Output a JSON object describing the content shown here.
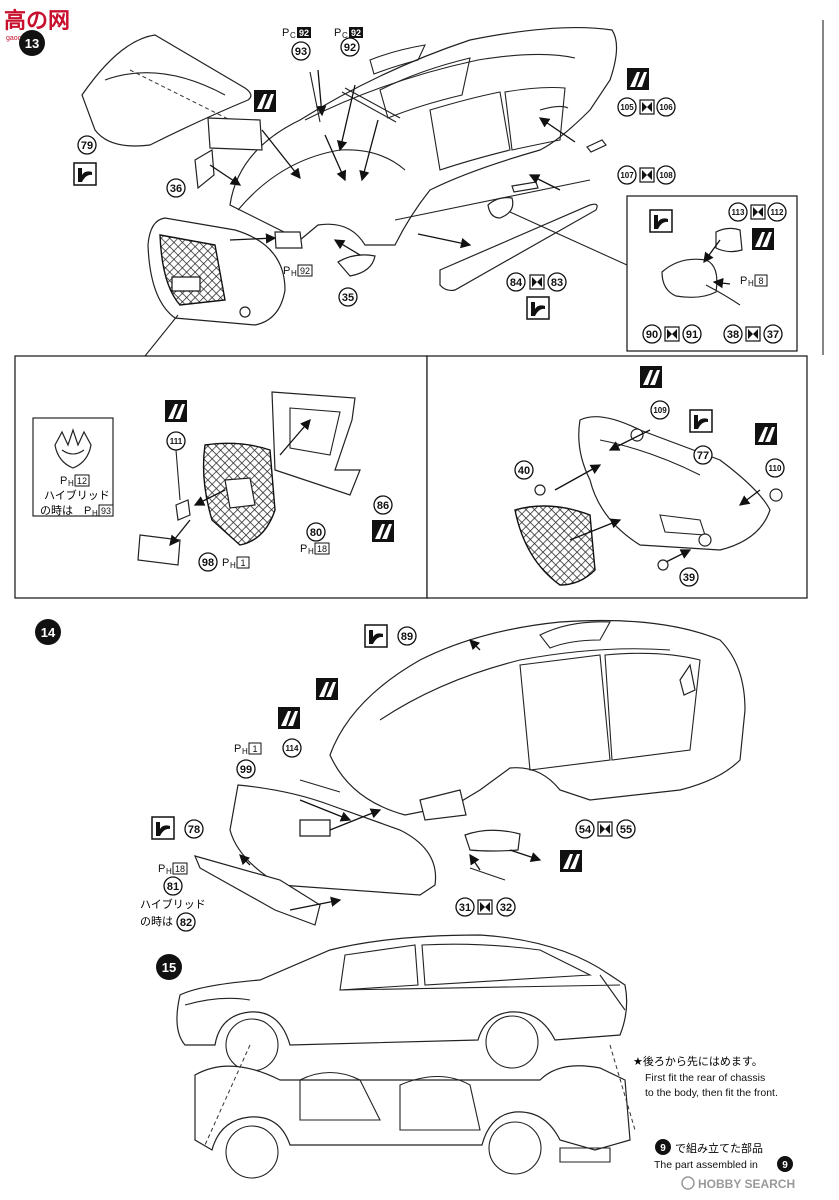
{
  "header": {
    "site_logo": "高の网",
    "site_url": "gaoo.net.cn",
    "step_13_badge": "13"
  },
  "steps": {
    "s13": "13",
    "s14": "14",
    "s15": "15"
  },
  "parts": {
    "p35": "35",
    "p36": "36",
    "p37": "37",
    "p38": "38",
    "p39": "39",
    "p40": "40",
    "p77": "77",
    "p78": "78",
    "p79": "79",
    "p80": "80",
    "p81": "81",
    "p82": "82",
    "p83": "83",
    "p84": "84",
    "p86": "86",
    "p89": "89",
    "p90": "90",
    "p91": "91",
    "p92": "92",
    "p93": "93",
    "p98": "98",
    "p99": "99",
    "p105": "105",
    "p106": "106",
    "p107": "107",
    "p108": "108",
    "p109": "109",
    "p110": "110",
    "p111": "111",
    "p112": "112",
    "p113": "113",
    "p114": "114",
    "p31": "31",
    "p32": "32",
    "p54": "54",
    "p55": "55"
  },
  "plate_refs": {
    "pc92a": "92",
    "pc92b": "92",
    "ph92": "92",
    "ph8": "8",
    "ph12": "12",
    "ph93": "93",
    "ph18a": "18",
    "ph1a": "1",
    "ph1b": "1",
    "ph18b": "18",
    "pc_prefix": "P",
    "pc_sub": "C",
    "ph_sub": "H"
  },
  "notes": {
    "hybrid_13": "ハイブリッド",
    "hybrid_13_suffix": "の時は",
    "hybrid_14": "ハイブリッド",
    "hybrid_14_suffix": "の時は",
    "fit_jp": "★後ろから先にはめます。",
    "fit_en_1": "First fit the rear of chassis",
    "fit_en_2": "to the body, then fit the front.",
    "assembled_jp": "で組み立てた部品",
    "assembled_en": "The part assembled in",
    "assembled_step": "9",
    "assembled_step_jp": "9"
  },
  "footer": {
    "watermark": "HOBBY SEARCH"
  }
}
